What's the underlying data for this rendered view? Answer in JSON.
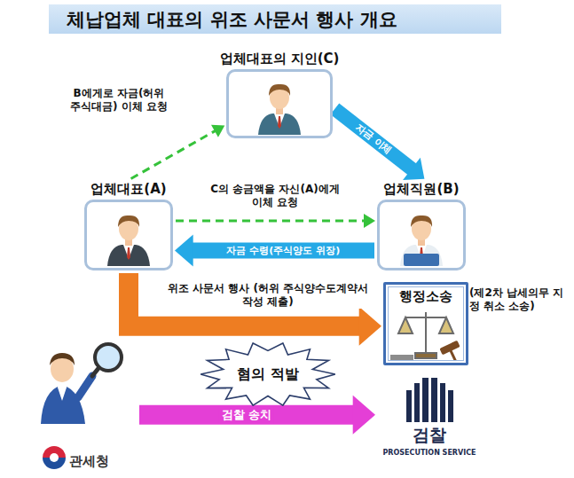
{
  "diagram": {
    "title": "체납업체 대표의 위조 사문서 행사 개요",
    "nodes": [
      {
        "text": [
          "업체대표의 지인(C)"
        ]
      },
      {
        "text": [
          "업체대표(A)"
        ]
      },
      {
        "text": [
          "업체직원(B)"
        ]
      },
      {
        "text": [
          "행정소송",
          "(제2차 납세의무 지정 취소 소송)"
        ]
      },
      {
        "text": [
          "혐의 적발"
        ]
      },
      {
        "text": [
          "관세청"
        ]
      },
      {
        "text": [
          "검찰",
          "PROSECUTION SERVICE"
        ]
      }
    ],
    "edges": [
      {
        "from": 1,
        "to": 0,
        "arrow": "to",
        "label": "B에게로 자금(허위주식대금) 이체 요청"
      },
      {
        "from": 0,
        "to": 2,
        "arrow": "to",
        "label": "자금 이체"
      },
      {
        "from": 1,
        "to": 2,
        "arrow": "to",
        "label": "C의 송금액을 자신(A)에게 이체 요청"
      },
      {
        "from": 2,
        "to": 1,
        "arrow": "to",
        "label": "자금 수령(주식양도 위장)"
      },
      {
        "from": 1,
        "to": 3,
        "arrow": "to",
        "label": "위조 사문서 행사 (허위 주식양수도계약서 작성 제출)"
      },
      {
        "from": 5,
        "to": 6,
        "arrow": "to",
        "label": "검찰 송치"
      }
    ]
  }
}
